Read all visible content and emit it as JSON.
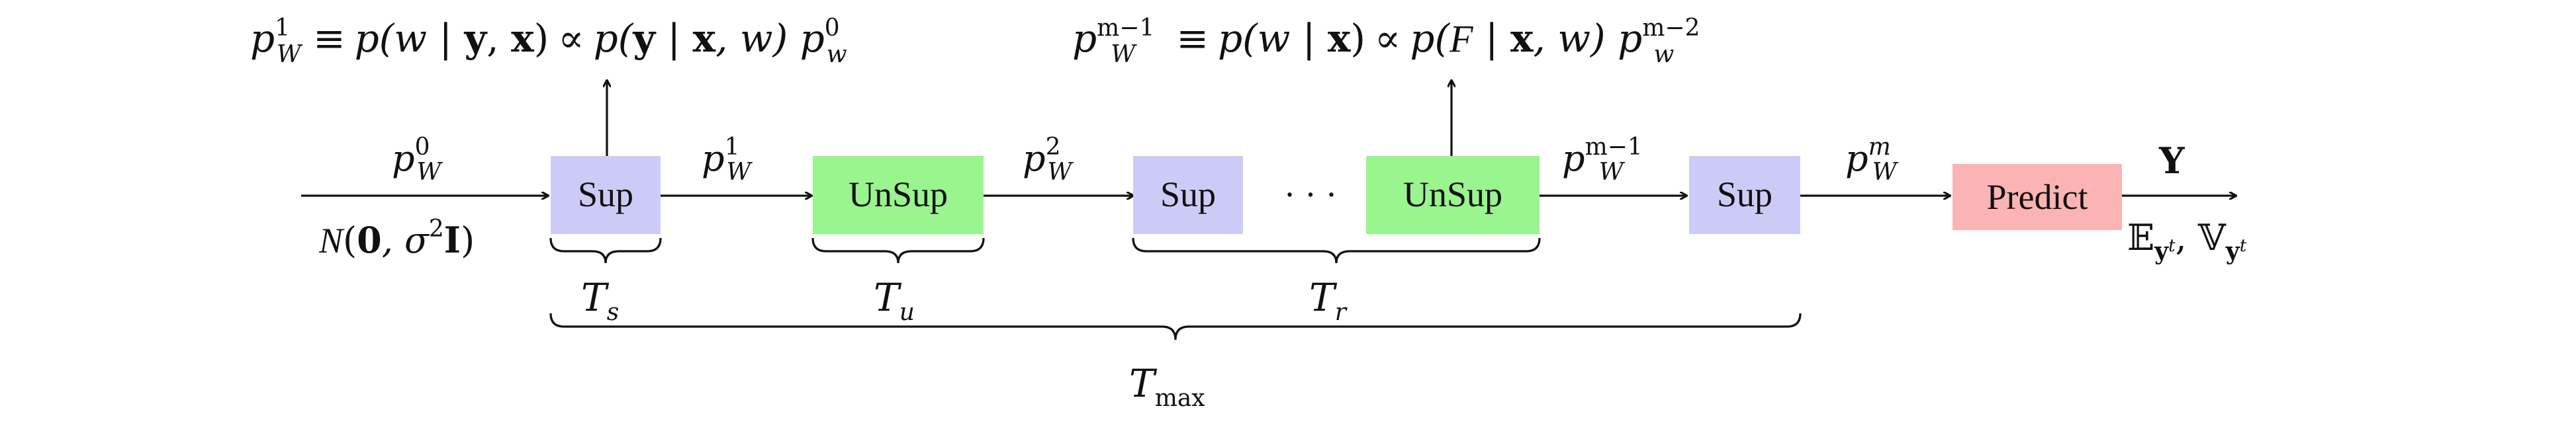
{
  "colors": {
    "sup": "#cccbf7",
    "unsup": "#99f58d",
    "predict": "#fbb3b3",
    "ink": "#111111"
  },
  "boxes": {
    "sup1": "Sup",
    "unsup1": "UnSup",
    "sup2": "Sup",
    "unsup2": "UnSup",
    "sup3": "Sup",
    "predict": "Predict"
  },
  "ellipsis": "· · ·",
  "top_formula_left": {
    "lhs_base": "p",
    "lhs_sup": "1",
    "lhs_sub": "W",
    "rel1": "≡",
    "mid": "p(w | ",
    "mid_bold": "y",
    "mid2": ", ",
    "mid_bold2": "x",
    "mid3": ")",
    "rel2": "∝",
    "rhs": "p(",
    "rhs_bold": "y",
    "rhs2": " | ",
    "rhs_bold2": "x",
    "rhs3": ", w) p",
    "rhs_sup": "0",
    "rhs_sub": "w"
  },
  "top_formula_right": {
    "lhs_base": "p",
    "lhs_sup": "m−1",
    "lhs_sub": "W",
    "rel1": "≡",
    "mid": "p(w | ",
    "mid_bold": "x",
    "mid3": ")",
    "rel2": "∝",
    "rhs": "p(",
    "rhs_cal": "F",
    "rhs2": " | ",
    "rhs_bold2": "x",
    "rhs3": ", w) p",
    "rhs_sup": "m−2",
    "rhs_sub": "w"
  },
  "arrow_labels": {
    "a0": {
      "base": "p",
      "sup": "0",
      "sub": "W"
    },
    "a0_below": {
      "cal": "N",
      "open": "(",
      "bold0": "0",
      "comma": ", σ",
      "sq": "2",
      "boldI": "I",
      "close": ")"
    },
    "a1": {
      "base": "p",
      "sup": "1",
      "sub": "W"
    },
    "a2": {
      "base": "p",
      "sup": "2",
      "sub": "W"
    },
    "a3": {
      "base": "p",
      "sup": "m−1",
      "sub": "W"
    },
    "a4": {
      "base": "p",
      "sup": "m",
      "sub": "W"
    },
    "out_above": "Y",
    "out_below": {
      "E": "𝔼",
      "sub1": "y",
      "sub1sup": "t",
      "comma": ", ",
      "V": "𝕍",
      "sub2": "y",
      "sub2sup": "t"
    }
  },
  "braces": {
    "ts": {
      "base": "T",
      "sub": "s"
    },
    "tu": {
      "base": "T",
      "sub": "u"
    },
    "tr": {
      "base": "T",
      "sub": "r"
    },
    "tmax": {
      "base": "T",
      "sub": "max"
    }
  }
}
